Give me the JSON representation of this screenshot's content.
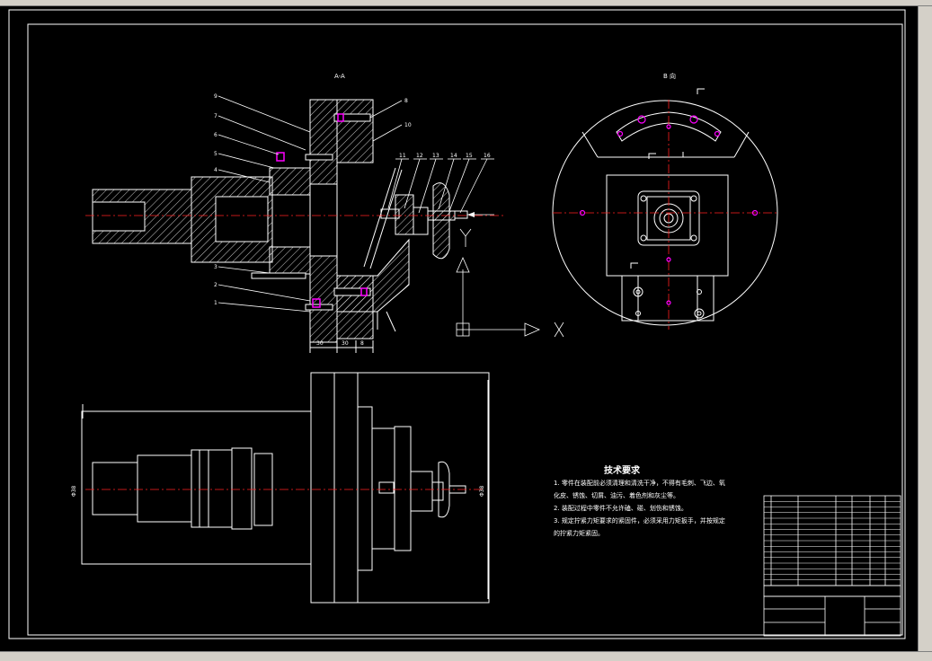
{
  "drawing": {
    "section_aa_label": "A-A",
    "view_b_label": "B 向",
    "axis_x_label": "X",
    "axis_y_label": "Y",
    "left_callouts": [
      "9",
      "7",
      "6",
      "5",
      "4",
      "3",
      "2",
      "1"
    ],
    "top_callouts": [
      "11",
      "12",
      "13",
      "14",
      "15",
      "16"
    ],
    "right_callouts": [
      "8",
      "10"
    ],
    "dimensions": [
      "30",
      "30",
      "8"
    ],
    "diameter_left": "Φ38",
    "diameter_right": "Φ38",
    "technical_requirements_title": "技术要求",
    "technical_requirements": [
      "1. 零件在装配前必须清理和清洗干净，不得有毛刺、飞边、氧",
      "化皮、锈蚀、切屑、油污、着色剂和灰尘等。",
      "2. 装配过程中零件不允许磕、碰、划伤和锈蚀。",
      "3. 规定拧紧力矩要求的紧固件，必须采用力矩扳手，并按规定",
      "的拧紧力矩紧固。"
    ]
  },
  "colors": {
    "background": "#000000",
    "line": "#ffffff",
    "centerline": "#ff2020",
    "highlight": "#ff00ff"
  }
}
